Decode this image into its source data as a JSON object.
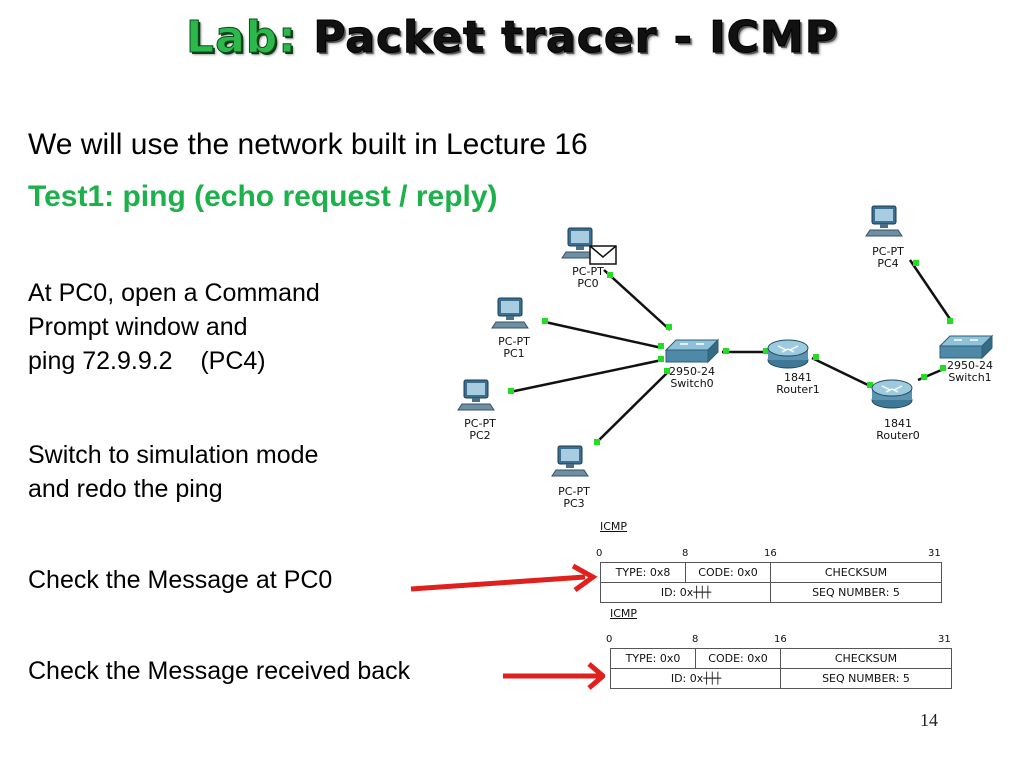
{
  "title": {
    "lab": "Lab:",
    "rest": " Packet tracer - ICMP"
  },
  "intro": "We will use the network built in Lecture 16",
  "test": "Test1: ping (echo request / reply)",
  "step1": [
    "At PC0, open a Command",
    "Prompt window and",
    "ping 72.9.9.2    (PC4)"
  ],
  "step2": [
    "Switch to simulation mode",
    "and redo the ping"
  ],
  "step3": "Check the Message at PC0",
  "step4": "Check the Message received back",
  "network": {
    "pc0": [
      "PC-PT",
      "PC0"
    ],
    "pc1": [
      "PC-PT",
      "PC1"
    ],
    "pc2": [
      "PC-PT",
      "PC2"
    ],
    "pc3": [
      "PC-PT",
      "PC3"
    ],
    "pc4": [
      "PC-PT",
      "PC4"
    ],
    "switch0": [
      "2950-24",
      "Switch0"
    ],
    "switch1": [
      "2950-24",
      "Switch1"
    ],
    "router1": [
      "1841",
      "Router1"
    ],
    "router0": [
      "1841",
      "Router0"
    ]
  },
  "packet1": {
    "caption": "ICMP",
    "bits": [
      "0",
      "8",
      "16",
      "31"
    ],
    "type": "TYPE: 0x8",
    "code": "CODE: 0x0",
    "checksum": "CHECKSUM",
    "id": "ID: 0x",
    "seq": "SEQ NUMBER: 5"
  },
  "packet2": {
    "caption": "ICMP",
    "bits": [
      "0",
      "8",
      "16",
      "31"
    ],
    "type": "TYPE: 0x0",
    "code": "CODE: 0x0",
    "checksum": "CHECKSUM",
    "id": "ID: 0x",
    "seq": "SEQ NUMBER: 5"
  },
  "page_number": "14",
  "colors": {
    "accent_green": "#1db14b",
    "arrow_red": "#e0201c",
    "link_green": "#22dd22"
  }
}
